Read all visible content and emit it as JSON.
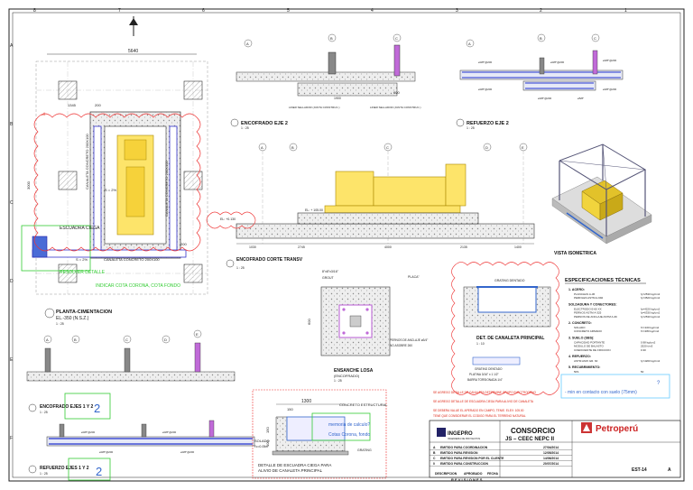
{
  "border": {
    "columns": [
      "8",
      "7",
      "6",
      "5",
      "4",
      "3",
      "2",
      "1"
    ],
    "rows": [
      "A",
      "B",
      "C",
      "D",
      "E",
      "F"
    ]
  },
  "plan": {
    "dim_top": "5640",
    "dim_left": "1345",
    "dim_left2": "200",
    "dim_side": "3000",
    "dim_bottom": "200",
    "label_canaleta_v1": "CANALETA CONCRETO 200X100",
    "label_canaleta_v2": "CANALETA CONCRETO 200X100",
    "label_canaleta_h": "CANALETA CONCRETO 200X100",
    "slope_1": "S = 2%",
    "slope_2": "S = 2%",
    "escuadra_label": "ESCUADRA CIEGA",
    "title": "PLANTA-CIMENTACION",
    "subtitle": "EL.-350 (N.S.Z.)",
    "scale": "1 : 25",
    "markup_1": "RESOLVER DETALLE",
    "markup_2": "INDICAR COTA CORONA, COTA FONDO"
  },
  "encofrado_eje2": {
    "title": "ENCOFRADO EJE 2",
    "scale": "1 : 25",
    "label_1": "LINER SELLADOR (JUNTA CONSTRUC.)",
    "label_2": "LINER SELLADOR (JUNTA CONSTRUC.)",
    "dim_1": "1900",
    "dim_2": "600",
    "markers": [
      "A",
      "B",
      "C"
    ]
  },
  "refuerzo_eje2": {
    "title": "REFUERZO EJE 2",
    "scale": "1 : 25",
    "bar_labels": [
      "ø3/8\"@200",
      "ø3/8\"@200",
      "ø3/8\"@200",
      "ø3/8\"@200",
      "ø5/8\"",
      "ø3/8\"@200",
      "ø3/8\"@200"
    ],
    "markers": [
      "A",
      "B",
      "C"
    ]
  },
  "corte_transv": {
    "title": "ENCOFRADO CORTE TRANSV",
    "scale": "1 : 25",
    "level_left": "EL: +0.130",
    "level_mid": "EL: + 105.00",
    "dims": [
      "1030",
      "2745",
      "4000",
      "2135",
      "1400"
    ],
    "markers": [
      "A",
      "B",
      "C",
      "D",
      "E"
    ]
  },
  "vista": {
    "title": "VISTA ISOMETRICA"
  },
  "canaleta_principal": {
    "title": "DET. DE CANALETA PRINCIPAL",
    "scale": "1 : 10",
    "label_top": "GRATING DENTADO",
    "label_bottom_1": "GRATING DENTADO",
    "label_bottom_2": "PLATINA 3/16\" x 1 1/2\"",
    "label_bottom_3": "BARRA TORSIONADA 1/4\""
  },
  "ensanche": {
    "title": "ENSANCHE LOSA",
    "subtitle": "(ENCOFRADO)",
    "scale": "1 : 25",
    "dim_left": "600",
    "label_1": "8\"x8\"x3/16\"",
    "label_2": "GROUT",
    "label_3": "PLACA\"",
    "label_4": "PERNOS DE ANCLAJE ø3/4\"",
    "label_5": "NO ASOBRE 260"
  },
  "detalle_escuadra": {
    "title_1": "DETALLE DE ESCUADRA CIEGA PARA",
    "title_2": "ALIVIO DE CANALETA PRINCIPAL",
    "dim_top": "1300",
    "dim_inner": "150",
    "dim_side": "150",
    "dim_side2": "100",
    "label_1": "CONCRETO ESTRUCTURAL",
    "label_2": "SOLADO",
    "label_3": "f'c=0.05m",
    "label_4": "GRATING",
    "markup_1": "memoria de calculo?",
    "markup_2": "Cotas Corona, fondo"
  },
  "encofrado_ejes": {
    "title": "ENCOFRADO EJES 1 Y 2",
    "markup": "2",
    "scale": "1 : 25",
    "markers": [
      "A",
      "B",
      "C",
      "D",
      "E"
    ]
  },
  "refuerzo_ejes": {
    "title": "REFUERZO EJES 1 Y 2",
    "markup": "2",
    "scale": "1 : 25",
    "bar_labels": [
      "ø3/8\"@200",
      "ø3/8\"@200",
      "ø3/8\"@200",
      "ø3/8\"@200"
    ]
  },
  "especificaciones": {
    "title": "ESPECIFICACIONES TÉCNICAS",
    "items": [
      {
        "head": "1. ACERO:",
        "lines": [
          "PLANCHAS A-36",
          "PERFILES ASTM A-992"
        ],
        "values": [
          "fy=2530 kg/cm2",
          "fy=3520 kg/cm2"
        ]
      },
      {
        "head": "SOLDADURA Y CONECTORES:",
        "lines": [
          "ELECTRODO E-60 XX",
          "PERNOS ASTM A-325",
          "PERNOS DE ANCLAJE ASTM A-36"
        ],
        "values": [
          "fy=4220 kg/cm2",
          "fy=6330 kg/cm2",
          "fy=2530 kg/cm2"
        ]
      },
      {
        "head": "2. CONCRETO:",
        "lines": [
          "SOLADO",
          "CONCRETO ARMADO"
        ],
        "values": [
          "f'c=100 kg/cm2",
          "f'c=280 kg/cm2"
        ]
      },
      {
        "head": "3. SUELO (SBS):",
        "lines": [
          "CAPACIDAD PORTANTE",
          "MODULO DE BALASTO",
          "COEFICIENTE DE FRICCION"
        ],
        "values": [
          "0.98 kg/cm2",
          "2520 t/m3",
          "0.30"
        ]
      },
      {
        "head": "4. REFUERZO:",
        "lines": [
          "ASTM A615 GR. 60"
        ],
        "values": [
          "fy=4200 kg/cm2"
        ]
      },
      {
        "head": "5. RECUBRIMIENTO:",
        "lines": [
          "50S"
        ],
        "values": [
          "50"
        ]
      }
    ],
    "markup_q": "?",
    "markup_note": "- min en contacto con suelo (75mm)"
  },
  "red_notes": [
    "SE AGREGO DETALLE DE CANALETA DETERMINE GRUPO ELECTROGENO",
    "SE AGREGO DETALLE DE ESCUADRA CIEGA PARA ALIVIO DE CANALETA",
    "SE DEBERA VALUE EL APERADO EN CAMPO, TENIE. ELEV: 105.00",
    "TENE QUE CONSIDERAR EL CODIGO PARA EL TERRENO NATURAL"
  ],
  "title_block": {
    "company": "CONSORCIO",
    "company_2": "JS – CEEC NEPC II",
    "brand": "Petroperú",
    "ingepro": "INGEPRO",
    "ingepro_sub": "INGENIERIA DE PROYECTOS",
    "revision_label": "R E V I S I O N E S",
    "rev_rows": [
      {
        "rev": "A",
        "desc": "EMITIDO PARA COORDINACION",
        "date": "27/04/2014"
      },
      {
        "rev": "B",
        "desc": "EMITIDO PARA REVISION",
        "date": "12/05/2014"
      },
      {
        "rev": "C",
        "desc": "EMITIDO PARA REVISION POR EL CLIENTE",
        "date": "14/06/2014"
      },
      {
        "rev": "0",
        "desc": "EMITIDO PARA CONSTRUCCION",
        "date": "20/07/2014"
      }
    ],
    "footer_1": "DESCRIPCION",
    "footer_2": "APROBADO",
    "footer_3": "FECHA",
    "sheet_code": "EST-14",
    "rev": "A"
  }
}
